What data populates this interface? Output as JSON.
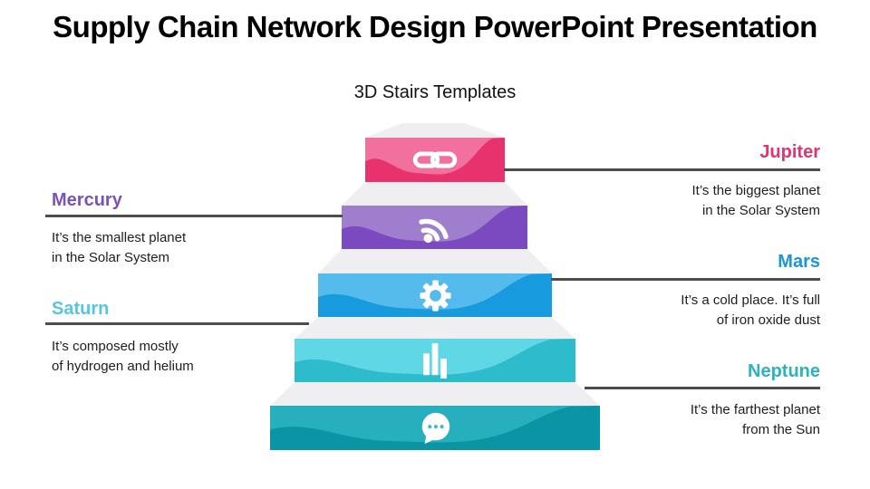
{
  "slide": {
    "title": "Supply Chain Network Design PowerPoint Presentation",
    "subtitle": "3D Stairs Templates"
  },
  "colors": {
    "background": "#ffffff",
    "title_text": "#000000",
    "body_text": "#202020",
    "connector_line": "#4d4d4d",
    "stair_top_surface": "#efeff1",
    "icon": "#ffffff"
  },
  "steps": [
    {
      "icon": "chain-link-icon",
      "light": "#f1709e",
      "dark": "#e8326e"
    },
    {
      "icon": "rss-icon",
      "light": "#9e7ecd",
      "dark": "#7b4ac0"
    },
    {
      "icon": "gear-icon",
      "light": "#55baec",
      "dark": "#189adf"
    },
    {
      "icon": "bar-chart-icon",
      "light": "#5fd7e5",
      "dark": "#2ebccd"
    },
    {
      "icon": "speech-bubble-icon",
      "light": "#27afbd",
      "dark": "#0b94a3"
    }
  ],
  "labels": {
    "left": [
      {
        "name": "Mercury",
        "color": "#7b52b5",
        "description": "It’s the smallest planet\nin the Solar System"
      },
      {
        "name": "Saturn",
        "color": "#55c6e0",
        "description": "It’s composed mostly\nof hydrogen and helium"
      }
    ],
    "right": [
      {
        "name": "Jupiter",
        "color": "#e9316e",
        "description": "It’s the biggest planet\nin the Solar System"
      },
      {
        "name": "Mars",
        "color": "#1898d6",
        "description": "It’s a cold place. It’s full\nof iron oxide dust"
      },
      {
        "name": "Neptune",
        "color": "#2bb3c0",
        "description": "It’s the farthest planet\nfrom the Sun"
      }
    ]
  }
}
